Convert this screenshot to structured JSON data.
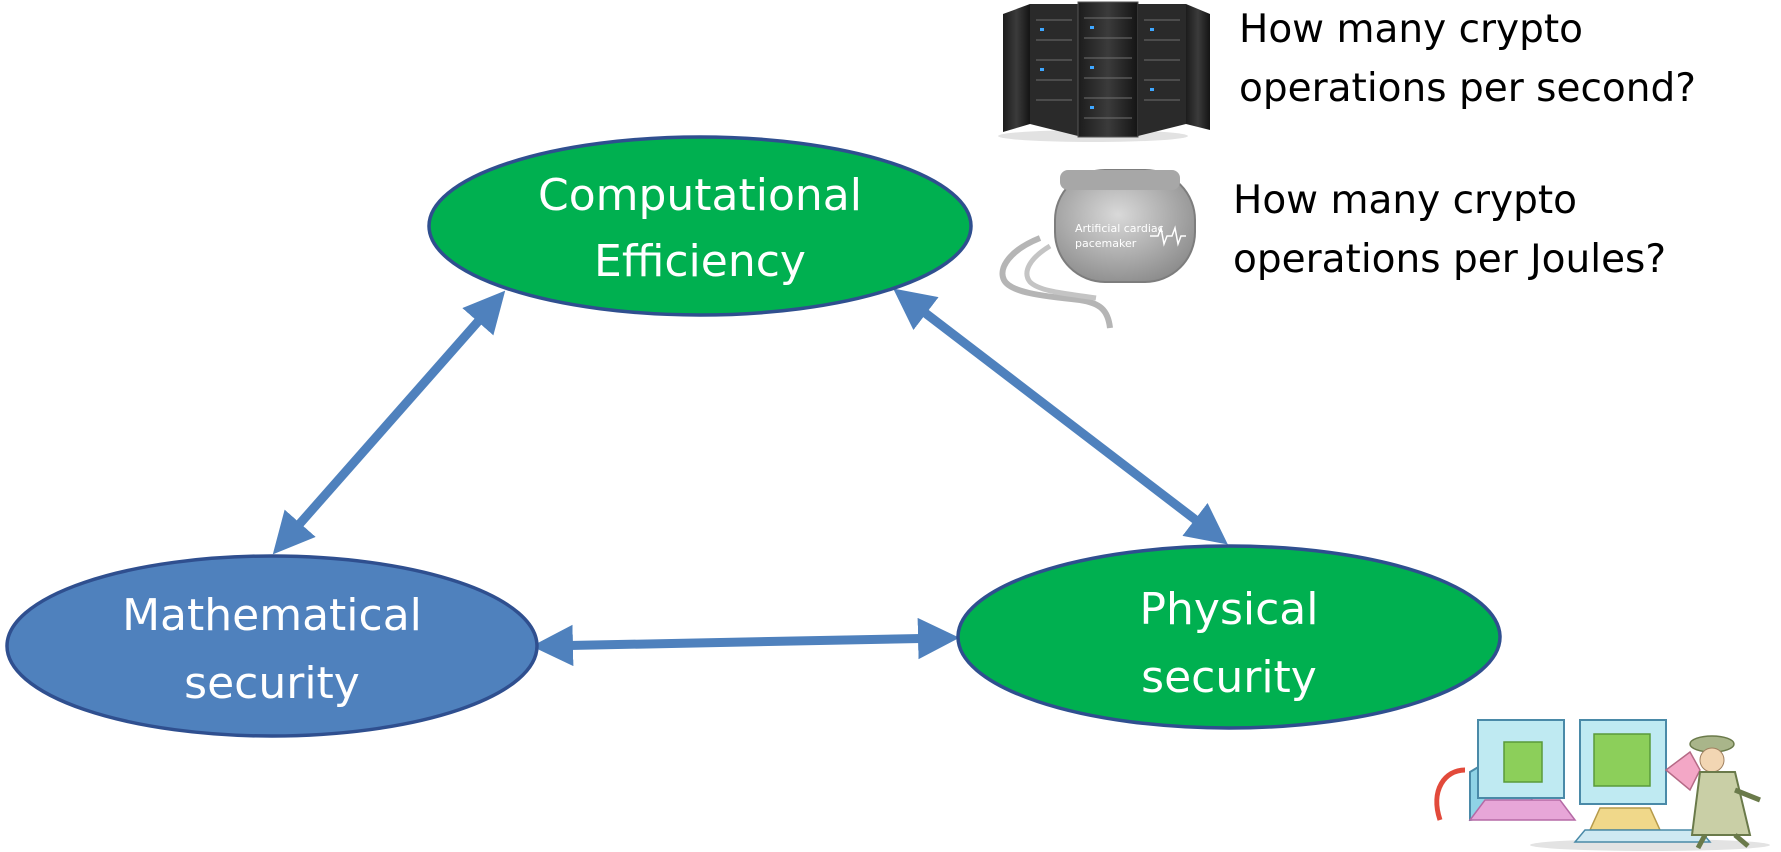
{
  "nodes": {
    "computational_efficiency": {
      "line1": "Computational",
      "line2": "Efficiency",
      "fill": "#00b050"
    },
    "mathematical_security": {
      "line1": "Mathematical",
      "line2": "security",
      "fill": "#4f81bd"
    },
    "physical_security": {
      "line1": "Physical",
      "line2": "security",
      "fill": "#00b050"
    }
  },
  "server_note": {
    "line1": "How many crypto",
    "line2": "operations per second?"
  },
  "pacemaker_note": {
    "line1": "How many crypto",
    "line2": "operations per Joules?"
  },
  "pacemaker_text": {
    "line1": "Artificial cardiac",
    "line2": "pacemaker"
  },
  "colors": {
    "arrow": "#4f81bd",
    "ellipse_border": "#2f4f8f"
  },
  "icons": [
    "server-rack-icon",
    "pacemaker-icon",
    "computer-spy-icon"
  ]
}
